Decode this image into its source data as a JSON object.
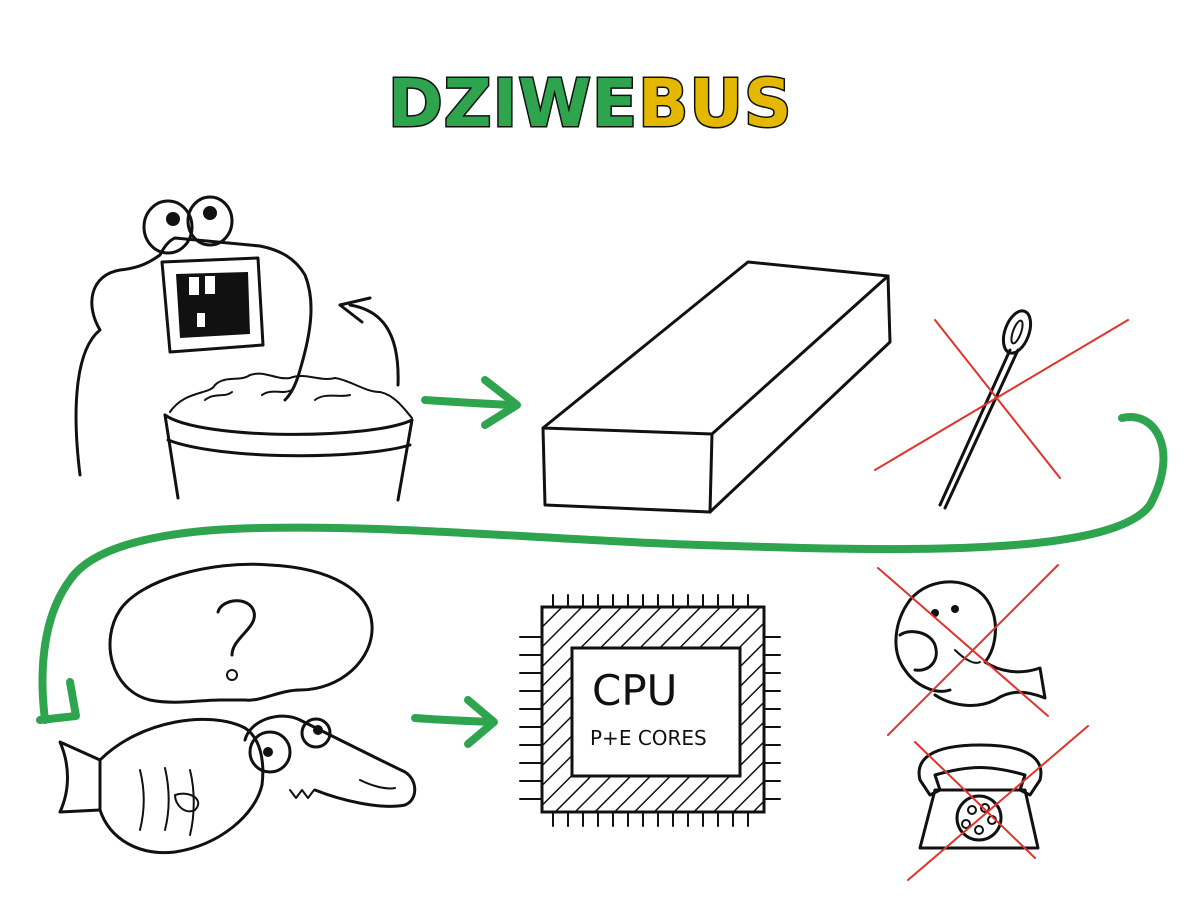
{
  "logo": {
    "part_green": "DZIWE",
    "part_yellow": "BUS"
  },
  "cpu": {
    "title": "CPU",
    "subtitle": "P+E CORES"
  },
  "colors": {
    "green": "#2ea44f",
    "yellow": "#e5b800",
    "cross_red": "#e0342b",
    "ink": "#111111"
  },
  "panels": [
    {
      "icon": "cookie-monster-eating-popcorn-icon",
      "crossed": false
    },
    {
      "icon": "long-bar-block-icon",
      "crossed": false
    },
    {
      "icon": "needle-icon",
      "crossed": true
    },
    {
      "icon": "fish-and-creature-question-icon",
      "crossed": false
    },
    {
      "icon": "cpu-chip-icon",
      "crossed": false
    },
    {
      "icon": "walrus-icon",
      "crossed": true
    },
    {
      "icon": "rotary-telephone-icon",
      "crossed": true
    }
  ]
}
